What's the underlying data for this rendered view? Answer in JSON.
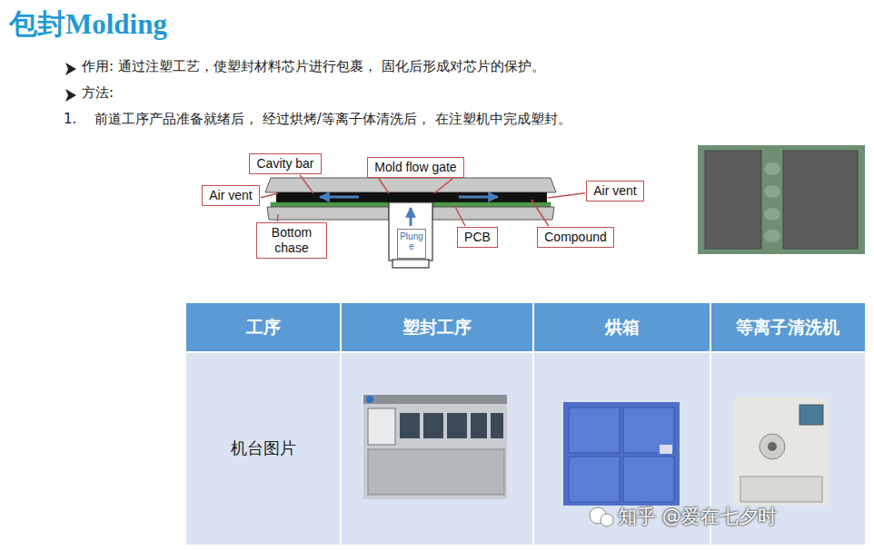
{
  "diagram": {
    "title": "包封Molding",
    "nodes": [
      {
        "text": [
          "Cavity bar"
        ]
      },
      {
        "text": [
          "Mold flow gate"
        ]
      },
      {
        "text": [
          "Air vent"
        ]
      },
      {
        "text": [
          "Air vent"
        ]
      },
      {
        "text": [
          "Bottom chase"
        ]
      },
      {
        "text": [
          "Plunge"
        ]
      },
      {
        "text": [
          "PCB"
        ]
      },
      {
        "text": [
          "Compound"
        ]
      }
    ],
    "labels": [
      "作用: 通过注塑工艺，使塑封材料芯片进行包裹， 固化后形成对芯片的保护。",
      "方法:",
      "1.",
      "前道工序产品准备就绪后， 经过烘烤/等离子体清洗后， 在注塑机中完成塑封。",
      "工序",
      "塑封工序",
      "烘箱",
      "等离子清洗机",
      "机台图片",
      "知乎 @爱在七夕时"
    ]
  }
}
